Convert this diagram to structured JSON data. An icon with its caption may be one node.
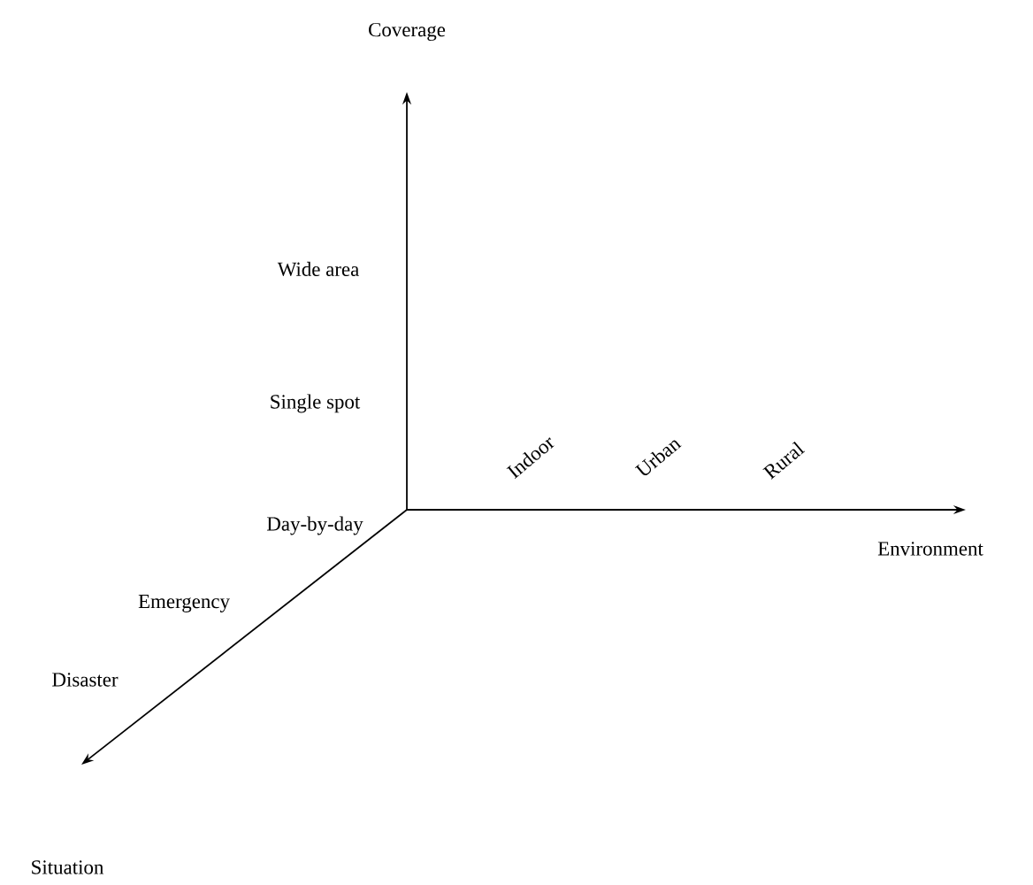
{
  "diagram": {
    "labels": [
      "Coverage",
      "Wide area",
      "Single spot",
      "Indoor",
      "Urban",
      "Rural",
      "Day-by-day",
      "Environment",
      "Emergency",
      "Disaster",
      "Situation"
    ]
  }
}
